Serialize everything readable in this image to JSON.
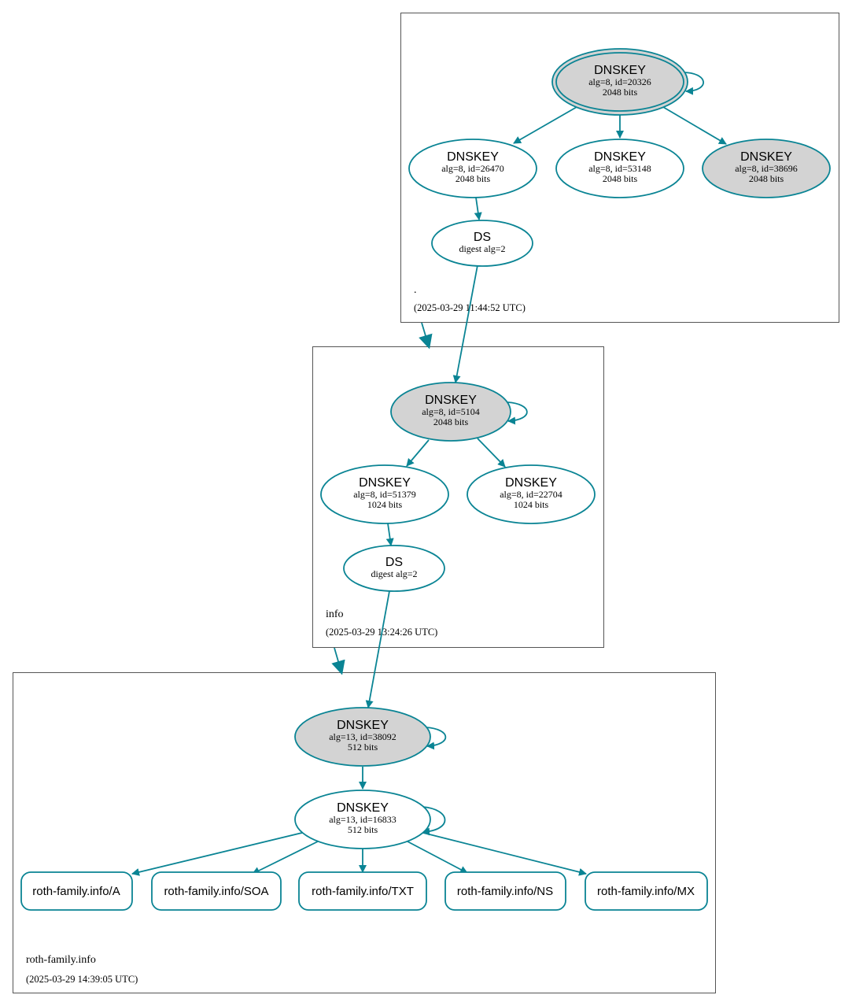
{
  "zones": [
    {
      "name": ".",
      "timestamp": "(2025-03-29 11:44:52 UTC)"
    },
    {
      "name": "info",
      "timestamp": "(2025-03-29 13:24:26 UTC)"
    },
    {
      "name": "roth-family.info",
      "timestamp": "(2025-03-29 14:39:05 UTC)"
    }
  ],
  "nodes": {
    "root_ksk": {
      "title": "DNSKEY",
      "line1": "alg=8, id=20326",
      "line2": "2048 bits"
    },
    "root_zsk1": {
      "title": "DNSKEY",
      "line1": "alg=8, id=26470",
      "line2": "2048 bits"
    },
    "root_zsk2": {
      "title": "DNSKEY",
      "line1": "alg=8, id=53148",
      "line2": "2048 bits"
    },
    "root_ksk2": {
      "title": "DNSKEY",
      "line1": "alg=8, id=38696",
      "line2": "2048 bits"
    },
    "info_ds": {
      "title": "DS",
      "line1": "digest alg=2"
    },
    "info_ksk": {
      "title": "DNSKEY",
      "line1": "alg=8, id=5104",
      "line2": "2048 bits"
    },
    "info_zsk1": {
      "title": "DNSKEY",
      "line1": "alg=8, id=51379",
      "line2": "1024 bits"
    },
    "info_zsk2": {
      "title": "DNSKEY",
      "line1": "alg=8, id=22704",
      "line2": "1024 bits"
    },
    "rf_ds": {
      "title": "DS",
      "line1": "digest alg=2"
    },
    "rf_ksk": {
      "title": "DNSKEY",
      "line1": "alg=13, id=38092",
      "line2": "512 bits"
    },
    "rf_zsk": {
      "title": "DNSKEY",
      "line1": "alg=13, id=16833",
      "line2": "512 bits"
    }
  },
  "records": [
    "roth-family.info/A",
    "roth-family.info/SOA",
    "roth-family.info/TXT",
    "roth-family.info/NS",
    "roth-family.info/MX"
  ],
  "colors": {
    "edge": "#0a8494",
    "ksk_fill": "#d3d3d3",
    "zone_border": "#555555"
  }
}
